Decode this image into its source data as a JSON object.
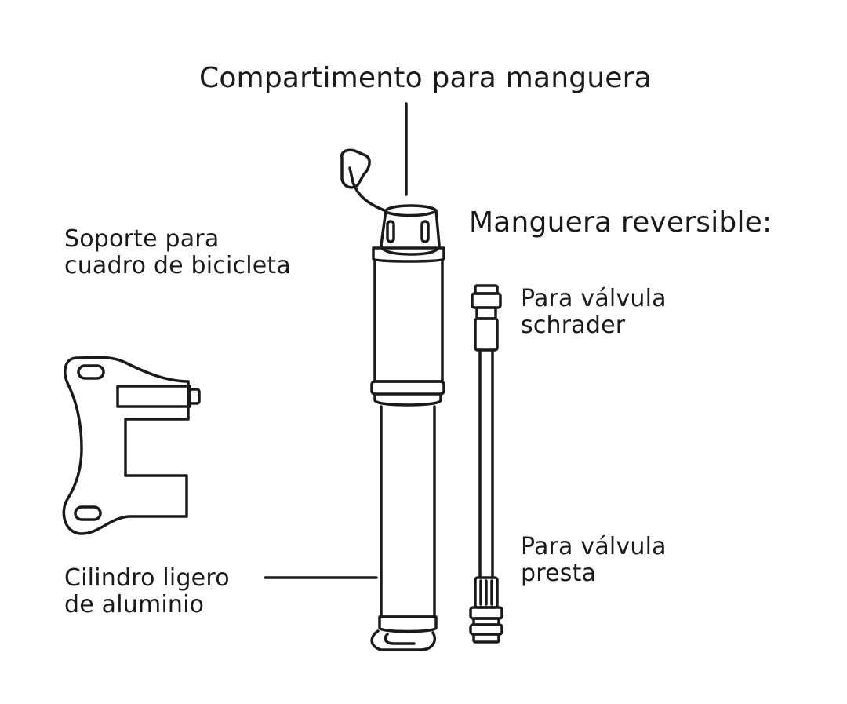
{
  "labels": {
    "hose_compartment": "Compartimento para manguera",
    "reversible_hose": "Manguera reversible:",
    "frame_mount_line1": "Soporte para",
    "frame_mount_line2": "cuadro de bicicleta",
    "schrader_line1": "Para válvula",
    "schrader_line2": "schrader",
    "presta_line1": "Para válvula",
    "presta_line2": "presta",
    "cylinder_line1": "Cilindro ligero",
    "cylinder_line2": "de aluminio"
  },
  "colors": {
    "ink": "#1a1a1a",
    "background": "#ffffff"
  }
}
